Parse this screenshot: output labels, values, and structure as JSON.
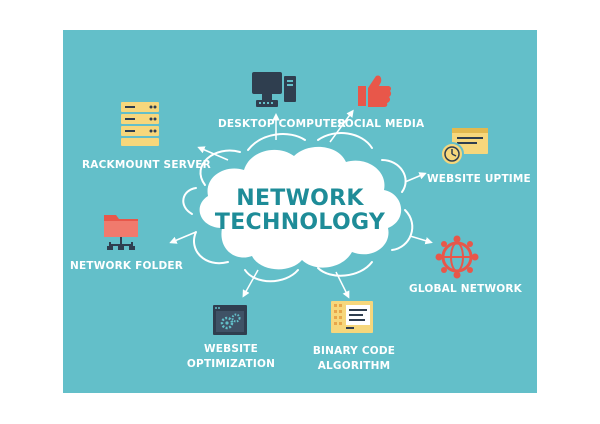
{
  "title": {
    "line1": "NETWORK",
    "line2": "TECHNOLOGY"
  },
  "nodes": {
    "desktop_computer": "DESKTOP COMPUTER",
    "social_media": "SOCIAL MEDIA",
    "rackmount_server": "RACKMOUNT SERVER",
    "website_uptime": "WEBSITE UPTIME",
    "network_folder": "NETWORK FOLDER",
    "global_network": "GLOBAL NETWORK",
    "website_optimization_1": "WEBSITE",
    "website_optimization_2": "OPTIMIZATION",
    "binary_code_1": "BINARY CODE",
    "binary_code_2": "ALGORITHM"
  },
  "colors": {
    "background": "#63bfc9",
    "cloud": "#ffffff",
    "title": "#1e8c98",
    "label": "#ffffff",
    "icon_dark": "#2f3e4f",
    "icon_red": "#e8574a",
    "icon_yellow": "#f6d77c"
  }
}
